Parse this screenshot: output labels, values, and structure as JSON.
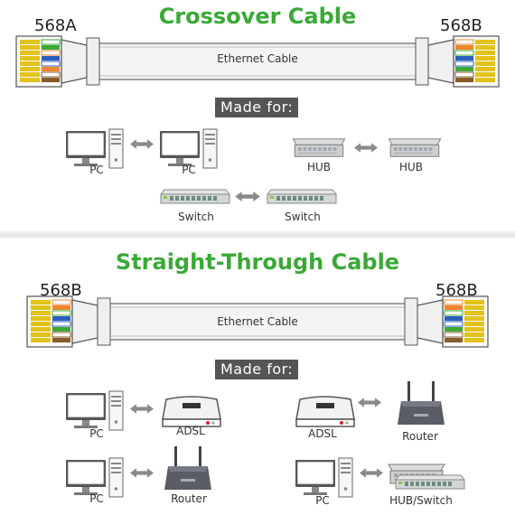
{
  "crossover": {
    "title": "Crossover Cable",
    "left_standard": "568A",
    "right_standard": "568B",
    "cable_label": "Ethernet Cable",
    "made_for": "Made for:",
    "pairs": [
      {
        "left": "PC",
        "right": "PC"
      },
      {
        "left": "HUB",
        "right": "HUB"
      },
      {
        "left": "Switch",
        "right": "Switch"
      }
    ]
  },
  "straight": {
    "title": "Straight-Through Cable",
    "left_standard": "568B",
    "right_standard": "568B",
    "cable_label": "Ethernet Cable",
    "made_for": "Made for:",
    "pairs": [
      {
        "left": "PC",
        "right": "ADSL"
      },
      {
        "left": "ADSL",
        "right": "Router"
      },
      {
        "left": "PC",
        "right": "Router"
      },
      {
        "left": "PC",
        "right": "HUB/Switch"
      }
    ]
  },
  "colors": {
    "title_green": "#3aa935",
    "made_bg": "#555555",
    "wire_orange": "#f0852d",
    "wire_green": "#3aa935",
    "wire_blue": "#2d5fbf",
    "wire_brown": "#8a5a2b",
    "contact_gold": "#e3c21a"
  },
  "icons": {
    "pc": "computer-icon",
    "hub": "hub-icon",
    "switch": "switch-icon",
    "adsl": "modem-icon",
    "router": "router-icon",
    "arrow": "double-arrow-icon"
  }
}
